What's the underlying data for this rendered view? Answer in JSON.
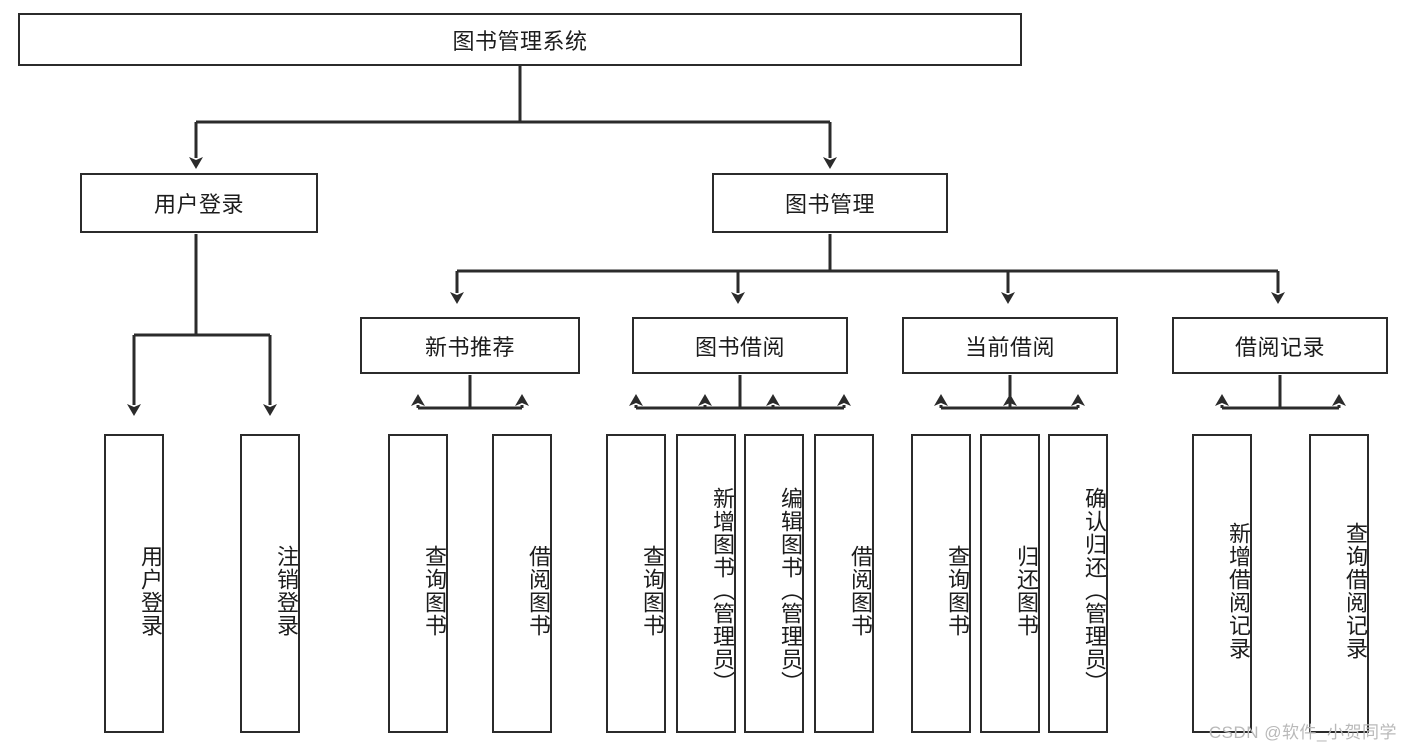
{
  "diagram": {
    "title": "图书管理系统",
    "type": "tree-hierarchy-diagram",
    "colors": {
      "background": "#ffffff",
      "box_border": "#2b2b2b",
      "edge": "#2b2b2b",
      "text": "#1c1c1c",
      "watermark": "#b9b9b9"
    },
    "root": {
      "label": "图书管理系统"
    },
    "level2": [
      {
        "label": "用户登录"
      },
      {
        "label": "图书管理"
      }
    ],
    "level3": [
      {
        "label": "新书推荐"
      },
      {
        "label": "图书借阅"
      },
      {
        "label": "当前借阅"
      },
      {
        "label": "借阅记录"
      }
    ],
    "leaves": {
      "user_login": [
        {
          "label": "用户登录"
        },
        {
          "label": "注销登录"
        }
      ],
      "new_book_recommend": [
        {
          "label": "查询图书"
        },
        {
          "label": "借阅图书"
        }
      ],
      "book_borrow": [
        {
          "label": "查询图书"
        },
        {
          "label": "新增图书（管理员）"
        },
        {
          "label": "编辑图书（管理员）"
        },
        {
          "label": "借阅图书"
        }
      ],
      "current_borrow": [
        {
          "label": "查询图书"
        },
        {
          "label": "归还图书"
        },
        {
          "label": "确认归还（管理员）"
        }
      ],
      "borrow_record": [
        {
          "label": "新增借阅记录"
        },
        {
          "label": "查询借阅记录"
        }
      ]
    }
  },
  "watermark": {
    "text": "CSDN @软件_小贺同学"
  }
}
